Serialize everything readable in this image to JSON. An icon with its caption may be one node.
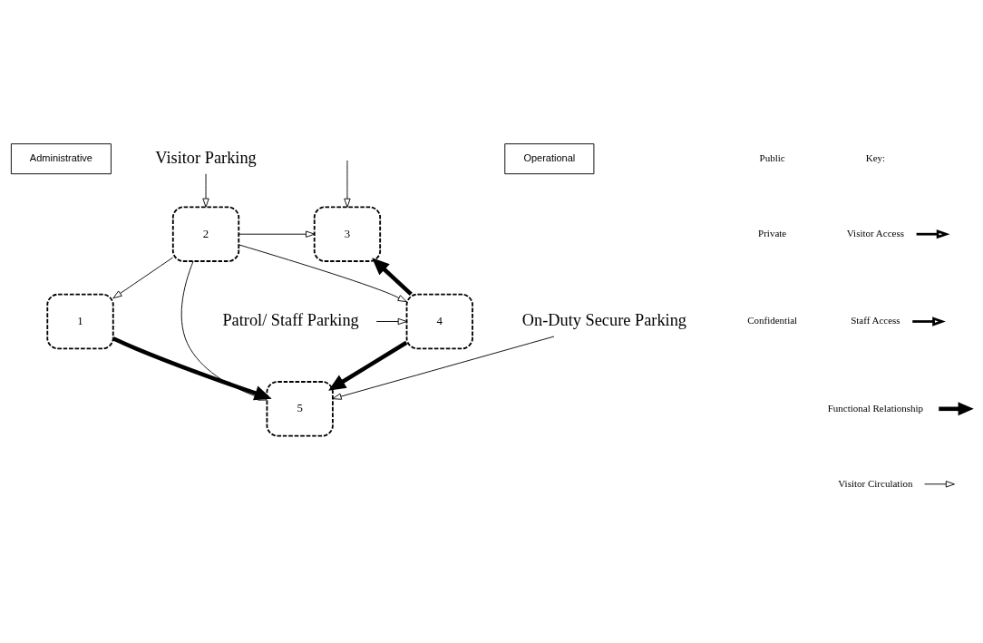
{
  "diagram": {
    "nodes": [
      {
        "text": [
          "Administrative"
        ]
      },
      {
        "text": [
          "Visitor Parking"
        ]
      },
      {
        "text": [
          "Operational"
        ]
      },
      {
        "text": [
          "Patrol/ Staff Parking"
        ]
      },
      {
        "text": [
          "2"
        ]
      },
      {
        "text": [
          "3"
        ]
      },
      {
        "text": [
          "1"
        ]
      },
      {
        "text": [
          "4"
        ]
      },
      {
        "text": [
          "5"
        ]
      },
      {
        "text": [
          "On-Duty Secure Parking"
        ]
      }
    ],
    "edges": [
      {
        "from": 1,
        "to": 4,
        "arrow": "to"
      },
      {
        "from": null,
        "to": 5,
        "arrow": "to"
      },
      {
        "from": 3,
        "to": 7,
        "arrow": "to"
      },
      {
        "from": 9,
        "to": 8,
        "arrow": "to"
      },
      {
        "from": 4,
        "to": 5,
        "arrow": "to"
      },
      {
        "from": 4,
        "to": 6,
        "arrow": "to"
      },
      {
        "from": 4,
        "to": 7,
        "arrow": "to"
      },
      {
        "from": 4,
        "to": 8,
        "arrow": "to"
      },
      {
        "from": 7,
        "to": 5,
        "arrow": "to",
        "style": "thick"
      },
      {
        "from": 6,
        "to": 8,
        "arrow": "to",
        "style": "thick"
      },
      {
        "from": 7,
        "to": 8,
        "arrow": "to",
        "style": "thick"
      }
    ],
    "labels": [
      "Public",
      "Private",
      "Confidential",
      "Key:"
    ],
    "legend": [
      {
        "text": "Visitor Access"
      },
      {
        "text": "Staff Access"
      },
      {
        "text": "Functional Relationship"
      },
      {
        "text": "Visitor Circulation"
      }
    ]
  }
}
